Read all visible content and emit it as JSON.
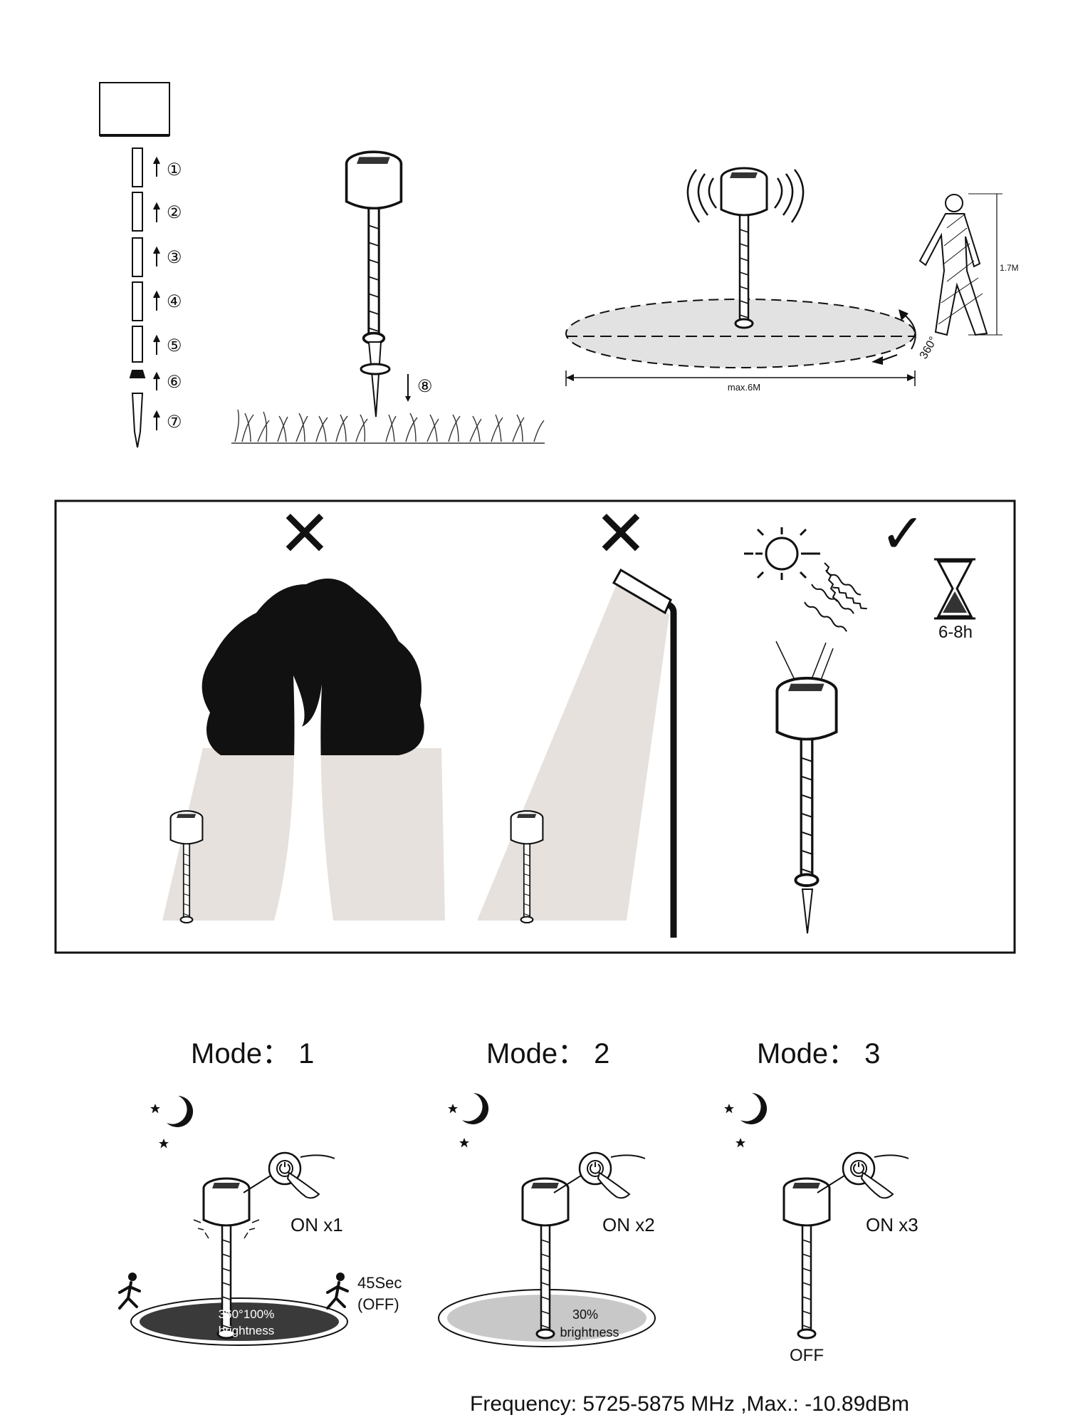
{
  "assembly": {
    "step_labels": [
      "①",
      "②",
      "③",
      "④",
      "⑤",
      "⑥",
      "⑦"
    ],
    "insert_label": "⑧"
  },
  "sensor": {
    "height_label": "1.7M",
    "distance_label": "max.6M",
    "angle_label": "360°"
  },
  "placement": {
    "charge_time": "6-8h",
    "wrong_mark": "✕",
    "right_mark": "✓"
  },
  "modes": [
    {
      "title": "Mode：  1",
      "press": "ON  x1",
      "area_text_1": "360°100%",
      "area_text_2": "brightness",
      "timer_1": "45Sec",
      "timer_2": "(OFF)"
    },
    {
      "title": "Mode：  2",
      "press": "ON  x2",
      "area_text_1": "30%",
      "area_text_2": "brightness"
    },
    {
      "title": "Mode：  3",
      "press": "ON  x3",
      "state": "OFF"
    }
  ],
  "footer": {
    "frequency": "Frequency: 5725-5875 MHz ,Max.: -10.89dBm"
  },
  "colors": {
    "ink": "#111111",
    "shadow": "#e6e1dd",
    "dark_area": "#3a3a3a",
    "light_area": "#c8c8c8"
  },
  "icons": [
    "solar-light-icon",
    "moon-icon",
    "star-icon",
    "sun-icon",
    "hourglass-icon",
    "runner-icon",
    "person-icon",
    "hand-press-icon",
    "power-icon"
  ]
}
